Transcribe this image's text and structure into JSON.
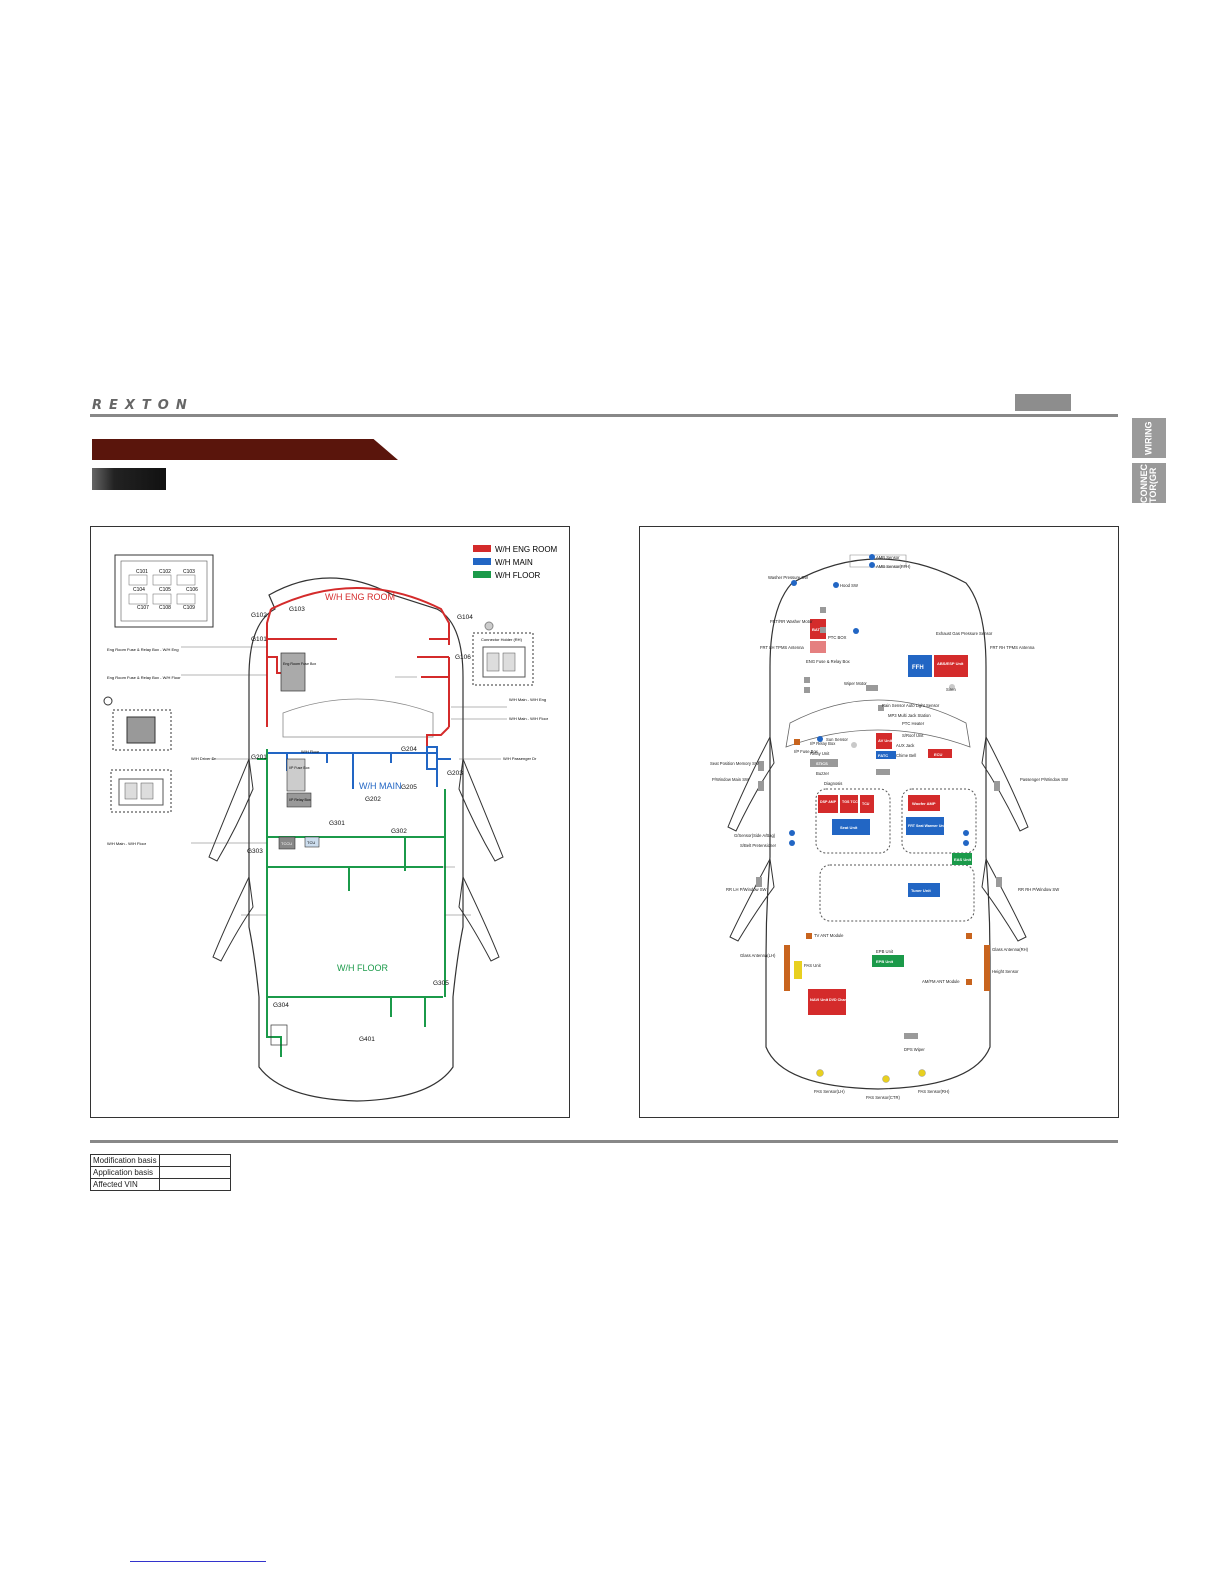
{
  "header": {
    "logo": "REXTON"
  },
  "side_tabs": [
    {
      "label": "WIRING"
    },
    {
      "label": "CONNEC TOR(GR"
    }
  ],
  "legend": [
    {
      "label": "W/H ENG ROOM",
      "color": "#d42b2b"
    },
    {
      "label": "W/H MAIN",
      "color": "#2266c4"
    },
    {
      "label": "W/H FLOOR",
      "color": "#1b9a4a"
    }
  ],
  "left_diagram": {
    "harness_labels": [
      "W/H ENG ROOM",
      "W/H MAIN",
      "W/H FLOOR"
    ],
    "ground_labels": [
      "G102",
      "G103",
      "G104",
      "G101",
      "G106",
      "G201",
      "G204",
      "G203",
      "G202",
      "G205",
      "G301",
      "G302",
      "G303",
      "G305",
      "G304",
      "G401"
    ],
    "connector_box_labels": [
      "C101",
      "C102",
      "C103",
      "C104",
      "C105",
      "C106",
      "C107",
      "C108",
      "C109"
    ],
    "left_notes": [
      {
        "text": "Eng Room Fuse & Relay Box - W/H Eng"
      },
      {
        "text": "Eng Room Fuse & Relay Box - W/H Floor"
      },
      {
        "text": "W/H Driver Dr"
      },
      {
        "text": "W/H Main - W/H Floor"
      }
    ],
    "right_notes": [
      {
        "text": "Connector Holder (RH)"
      },
      {
        "text": "W/H Main - W/H Eng"
      },
      {
        "text": "W/H Main - W/H Floor"
      },
      {
        "text": "W/H Passenger Dr"
      }
    ],
    "inner_labels": [
      "Eng Room Fuse Box",
      "I/P Fuse Box",
      "I/P Relay Box",
      "TCCU",
      "TCU",
      "W/H Floor"
    ]
  },
  "right_diagram": {
    "labels": [
      {
        "text": "AMB Sensor"
      },
      {
        "text": "AMB Sensor(FFH)"
      },
      {
        "text": "Washer Pressure SW"
      },
      {
        "text": "Hood SW"
      },
      {
        "text": "FRT/RR Washer Motor"
      },
      {
        "text": "FRT LH TPMS Antenna"
      },
      {
        "text": "FRT RH TPMS Antenna"
      },
      {
        "text": "PTC BOX"
      },
      {
        "text": "Exhaust Gas Pressure Sensor"
      },
      {
        "text": "ENG Fuse & Relay Box"
      },
      {
        "text": "Wiper Motor"
      },
      {
        "text": "Siren"
      },
      {
        "text": "Sun Sensor"
      },
      {
        "text": "Rain Sensor Auto Light Sensor"
      },
      {
        "text": "MP3 Multi Jack Station"
      },
      {
        "text": "PTC Heater"
      },
      {
        "text": "S/Roof Unit"
      },
      {
        "text": "AUX Jack"
      },
      {
        "text": "Chime Bell"
      },
      {
        "text": "I/P Relay Box"
      },
      {
        "text": "I/P Fuse Box"
      },
      {
        "text": "Relay Unit"
      },
      {
        "text": "Buzzer"
      },
      {
        "text": "Diagnosis"
      },
      {
        "text": "Seat Position Memory SW"
      },
      {
        "text": "P/Window Main SW"
      },
      {
        "text": "Passenger P/Window SW"
      },
      {
        "text": "G/Sensor(Side A/Bag)"
      },
      {
        "text": "S/Belt Pretensioner"
      },
      {
        "text": "RR LH P/Window SW"
      },
      {
        "text": "RR RH P/Window SW"
      },
      {
        "text": "TV ANT Module"
      },
      {
        "text": "Glass Antenna(LH)"
      },
      {
        "text": "Glass Antenna(RH)"
      },
      {
        "text": "PAS Unit"
      },
      {
        "text": "EPB Unit"
      },
      {
        "text": "Height Sensor"
      },
      {
        "text": "AM/FM ANT Module"
      },
      {
        "text": "DPS Wiper"
      },
      {
        "text": "PAS Sensor(LH)"
      },
      {
        "text": "PAS Sensor(CTR)"
      },
      {
        "text": "PAS Sensor(RH)"
      }
    ],
    "units": [
      {
        "text": "BATT",
        "color": "#d42b2b"
      },
      {
        "text": "FFH",
        "color": "#2266c4"
      },
      {
        "text": "ABS/ESP Unit",
        "color": "#d42b2b"
      },
      {
        "text": "AV Unit",
        "color": "#d42b2b"
      },
      {
        "text": "FATC",
        "color": "#2266c4"
      },
      {
        "text": "ECU",
        "color": "#d42b2b"
      },
      {
        "text": "STICS",
        "color": "#999999"
      },
      {
        "text": "DSP AMP",
        "color": "#d42b2b"
      },
      {
        "text": "TGS TCCU",
        "color": "#d42b2b"
      },
      {
        "text": "TCU",
        "color": "#d42b2b"
      },
      {
        "text": "Woofer AMP",
        "color": "#d42b2b"
      },
      {
        "text": "Seat Unit",
        "color": "#2266c4"
      },
      {
        "text": "FRT Seat Warmer Unit",
        "color": "#2266c4"
      },
      {
        "text": "EAS Unit",
        "color": "#1b9a4a"
      },
      {
        "text": "Tuner Unit",
        "color": "#2266c4"
      },
      {
        "text": "EPB Unit",
        "color": "#1b9a4a"
      },
      {
        "text": "NAVI Unit",
        "color": "#d42b2b"
      },
      {
        "text": "DVD Changer",
        "color": "#d42b2b"
      }
    ]
  },
  "info_table": [
    {
      "label": "Modification basis",
      "value": ""
    },
    {
      "label": "Application basis",
      "value": ""
    },
    {
      "label": "Affected VIN",
      "value": ""
    }
  ]
}
